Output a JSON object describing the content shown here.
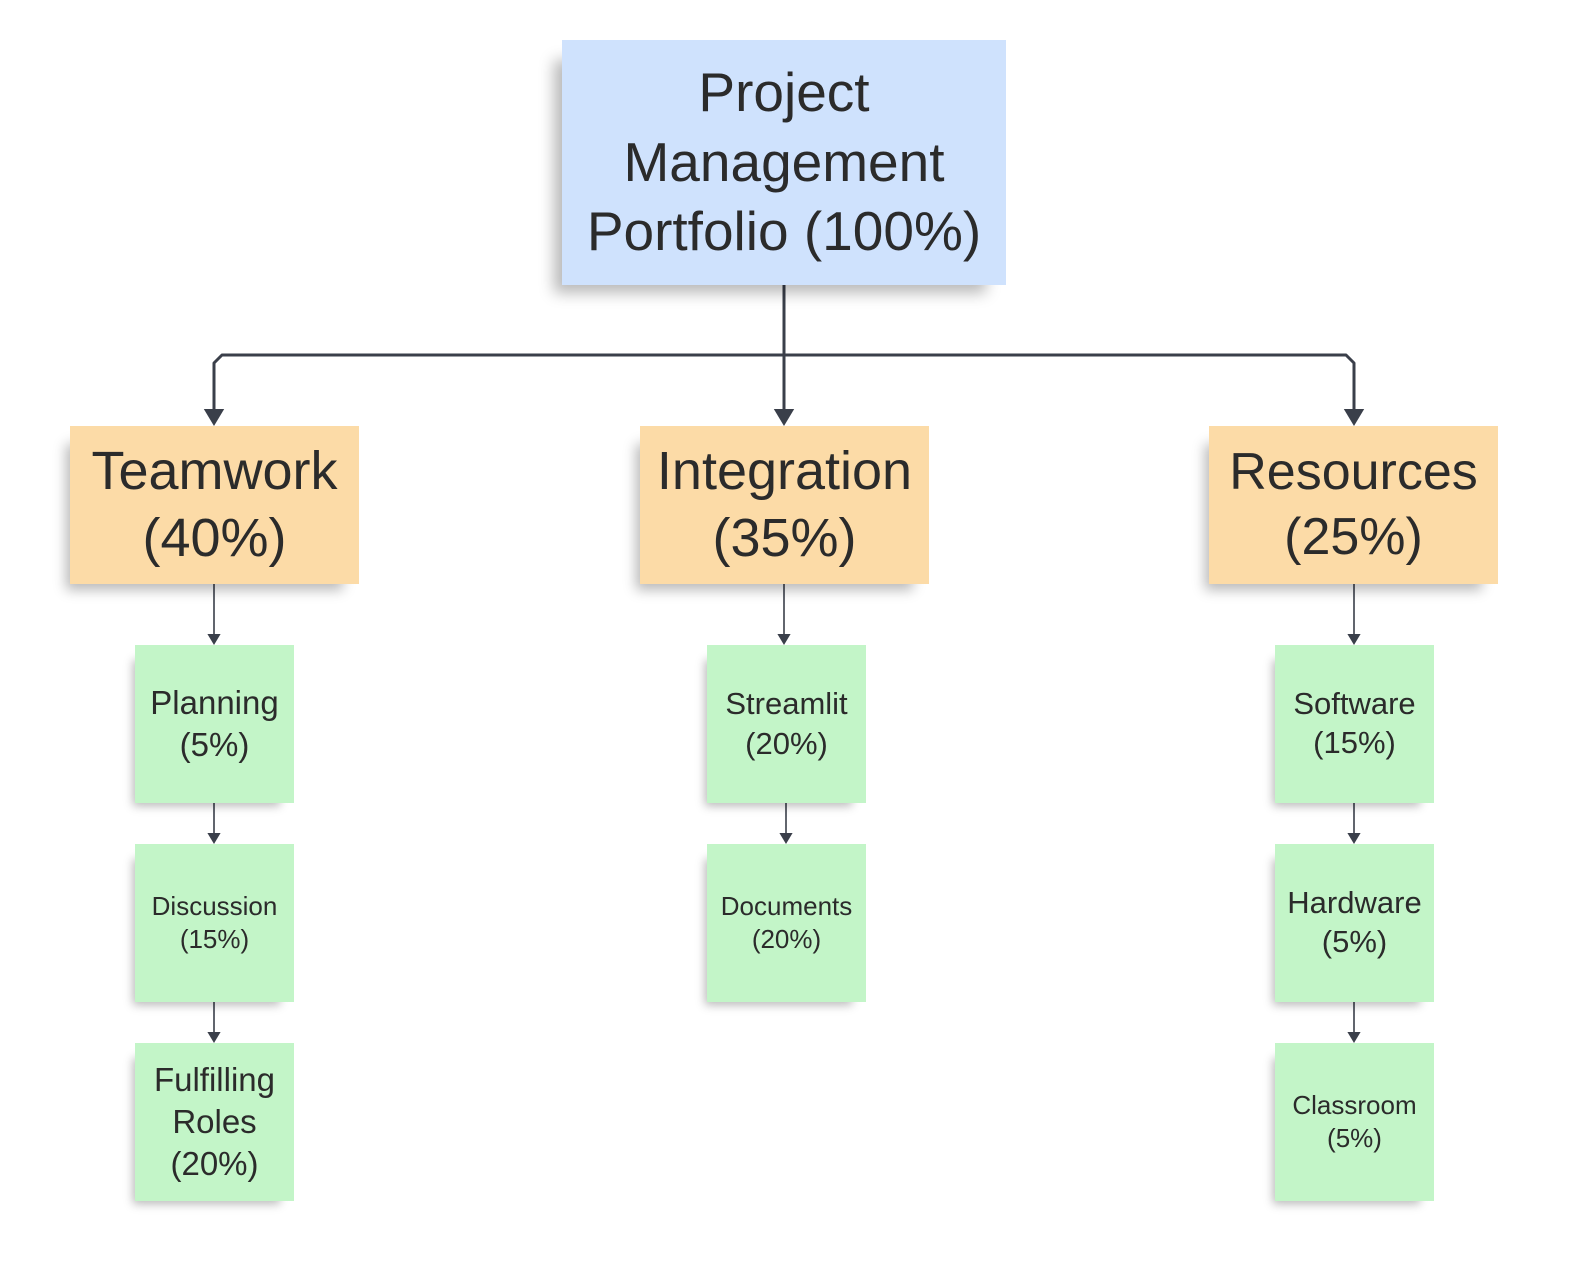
{
  "root": {
    "lines": [
      "Project",
      "Management",
      "Portfolio (100%)"
    ]
  },
  "categories": [
    {
      "lines": [
        "Teamwork",
        "(40%)"
      ],
      "children": [
        {
          "lines": [
            "Planning",
            "(5%)"
          ]
        },
        {
          "lines": [
            "Discussion",
            "(15%)"
          ]
        },
        {
          "lines": [
            "Fulfilling",
            "Roles",
            "(20%)"
          ]
        }
      ]
    },
    {
      "lines": [
        "Integration",
        "(35%)"
      ],
      "children": [
        {
          "lines": [
            "Streamlit",
            "(20%)"
          ]
        },
        {
          "lines": [
            "Documents",
            "(20%)"
          ]
        }
      ]
    },
    {
      "lines": [
        "Resources",
        "(25%)"
      ],
      "children": [
        {
          "lines": [
            "Software",
            "(15%)"
          ]
        },
        {
          "lines": [
            "Hardware",
            "(5%)"
          ]
        },
        {
          "lines": [
            "Classroom",
            "(5%)"
          ]
        }
      ]
    }
  ],
  "colors": {
    "root_fill": "#cfe2fd",
    "category_fill": "#fcdba7",
    "leaf_fill": "#c3f5c8",
    "connector": "#3a3f4a"
  }
}
